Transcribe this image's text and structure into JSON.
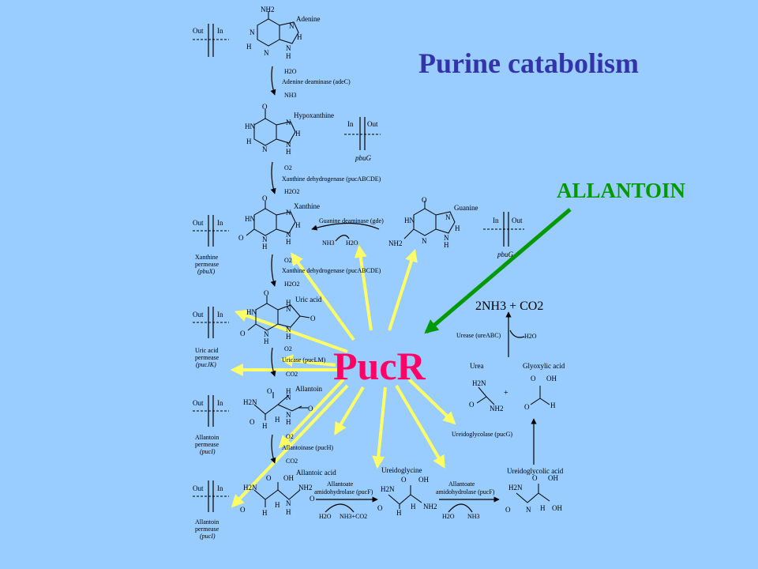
{
  "slide": {
    "title": "Purine catabolism",
    "allantoin_label": "ALLANTOIN",
    "regulator": "PucR",
    "colors": {
      "background": "#99ccff",
      "title": "#3333aa",
      "allantoin": "#009900",
      "regulator": "#ff0066",
      "arrows": "#ffff66"
    }
  },
  "membrane": {
    "out": "Out",
    "in": "In"
  },
  "compounds": {
    "adenine": "Adenine",
    "hypoxanthine": "Hypoxanthine",
    "xanthine": "Xanthine",
    "guanine": "Guanine",
    "uric_acid": "Uric acid",
    "allantoin": "Allantoin",
    "allantoic_acid": "Allantoic acid",
    "ureidoglycine": "Ureidoglycine",
    "ureidoglycolic_acid": "Ureidoglycolic acid",
    "urea": "Urea",
    "glyoxylic_acid": "Glyoxylic acid",
    "ammonia_co2": "2NH3 + CO2"
  },
  "enzymes": {
    "ade_deaminase": "Adenine deaminase (adeC)",
    "xdh1": "Xanthine dehydrogenase (pucABCDE)",
    "gua_deaminase": "Guanine deaminase (gde)",
    "xdh2": "Xanthine dehydrogenase (pucABCDE)",
    "uricase": "Uricase (pucLM)",
    "allantoinase": "Allantoinase (pucH)",
    "amidohydrolase1_a": "Allantoate",
    "amidohydrolase1_b": "amidohydrolase (pucF)",
    "amidohydrolase2_a": "Allantoate",
    "amidohydrolase2_b": "amidohydrolase (pucF)",
    "ureidoglycolase": "Ureidoglycolase (pucG)",
    "urease": "Urease (ureABC)"
  },
  "cosubstrates": {
    "h2o": "H2O",
    "nh3": "NH3",
    "o2": "O2",
    "h2o2": "H2O2",
    "co2": "CO2",
    "nh3_co2": "NH3+CO2",
    "plus": "+"
  },
  "transporters": {
    "pbuG_1": "pbuG",
    "pbuG_2": "pbuG",
    "pbuX_a": "Xanthine",
    "pbuX_b": "permease",
    "pbuX_c": "(pbuX)",
    "pucJK_a": "Uric acid",
    "pucJK_b": "permease",
    "pucJK_c": "(pucJK)",
    "pucI1_a": "Allantoin",
    "pucI1_b": "permease",
    "pucI1_c": "(pucI)",
    "pucI2_a": "Allantoin",
    "pucI2_b": "permease",
    "pucI2_c": "(pucI)"
  },
  "atoms": {
    "N": "N",
    "H": "H",
    "O": "O",
    "HN": "HN",
    "H2N": "H2N",
    "NH2": "NH2",
    "OH": "OH"
  }
}
